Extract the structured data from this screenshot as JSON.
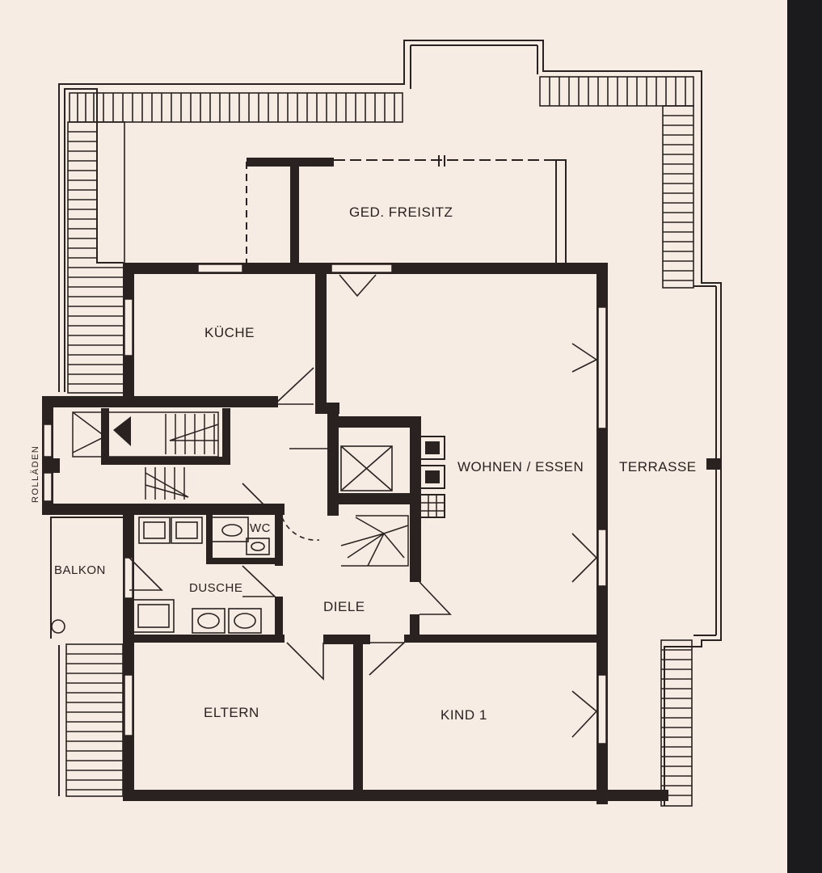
{
  "plan": {
    "colors": {
      "paper": "#f6ece3",
      "ink": "#2a2220",
      "frame": "#1b1b1d"
    },
    "rooms": {
      "freisitz": "GED. FREISITZ",
      "kueche": "KÜCHE",
      "wohnen": "WOHNEN / ESSEN",
      "terrasse": "TERRASSE",
      "wc": "WC",
      "balkon": "BALKON",
      "dusche": "DUSCHE",
      "diele": "DIELE",
      "eltern": "ELTERN",
      "kind": "KIND 1"
    },
    "rollaeden": "ROLLÄDEN"
  }
}
